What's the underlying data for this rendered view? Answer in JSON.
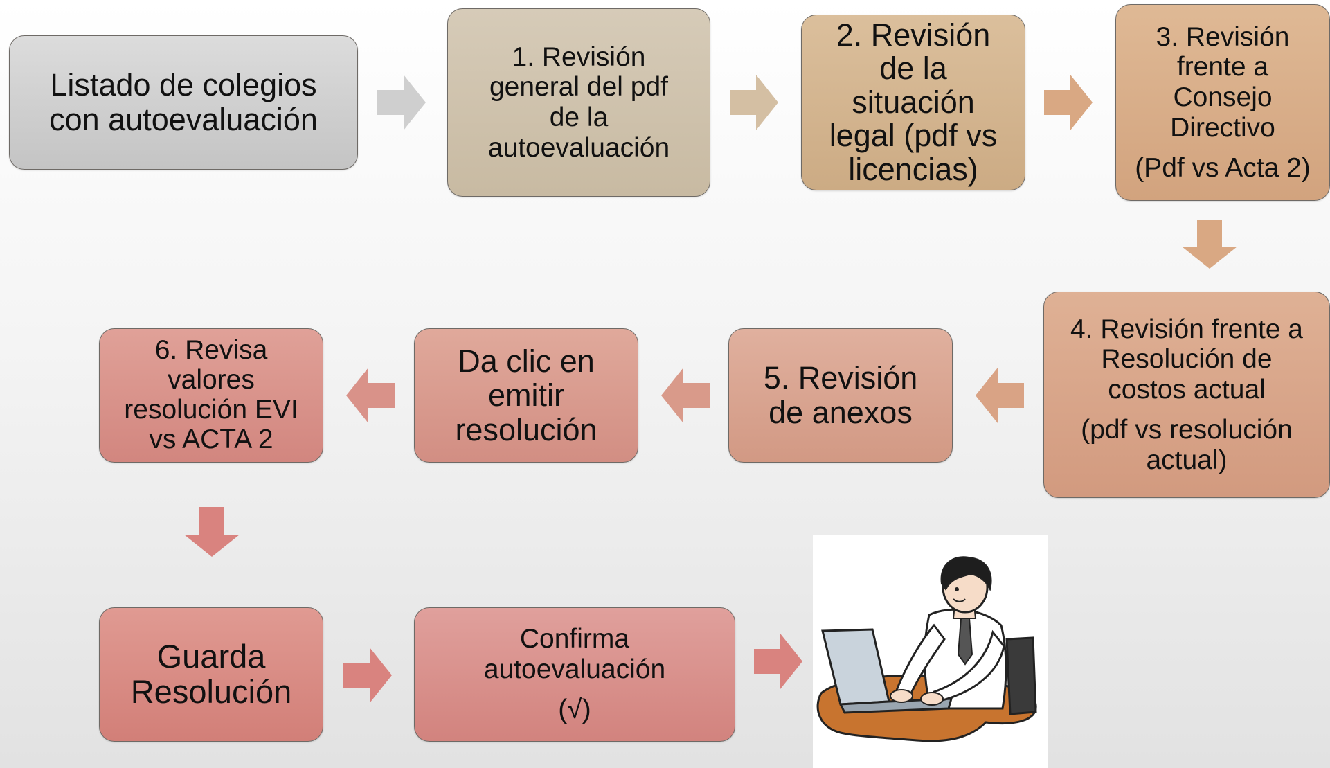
{
  "diagram": {
    "steps": {
      "start": {
        "lines": [
          "Listado de colegios",
          "con autoevaluación"
        ]
      },
      "s1": {
        "lines": [
          "1. Revisión",
          "general del pdf",
          "de la",
          "autoevaluación"
        ]
      },
      "s2": {
        "lines": [
          "2. Revisión",
          "de la",
          "situación",
          "legal (pdf vs",
          "licencias)"
        ]
      },
      "s3": {
        "lines": [
          "3. Revisión",
          "frente a",
          "Consejo",
          "Directivo"
        ],
        "sub": "(Pdf vs Acta 2)"
      },
      "s4": {
        "lines": [
          "4. Revisión frente a",
          "Resolución de",
          "costos actual"
        ],
        "sub": [
          "(pdf vs resolución",
          "actual)"
        ]
      },
      "s5": {
        "lines": [
          "5. Revisión",
          "de anexos"
        ]
      },
      "emit": {
        "lines": [
          "Da clic en",
          "emitir",
          "resolución"
        ]
      },
      "s6": {
        "lines": [
          "6. Revisa",
          "valores",
          "resolución EVI",
          "vs ACTA 2"
        ]
      },
      "save": {
        "lines": [
          "Guarda",
          "Resolución"
        ]
      },
      "confirm": {
        "lines": [
          "Confirma",
          "autoevaluación"
        ],
        "sub": "(√)"
      }
    },
    "illustration": {
      "icon": "person-at-laptop-icon"
    },
    "colors": {
      "start": "#cfcfcf",
      "s1": "#cfc2ad",
      "s2": "#d4b693",
      "s3": "#d9b08c",
      "s4": "#d9a58a",
      "s5": "#daa592",
      "emit": "#d99d8e",
      "s6": "#d98f86",
      "save": "#d98a83",
      "confirm": "#d88a85",
      "arrow_gray": "#cfcfcf",
      "arrow_tan": "#d4bfa3",
      "arrow_brown": "#d9a883",
      "arrow_rose": "#d99289",
      "arrow_red": "#d9837f"
    }
  }
}
